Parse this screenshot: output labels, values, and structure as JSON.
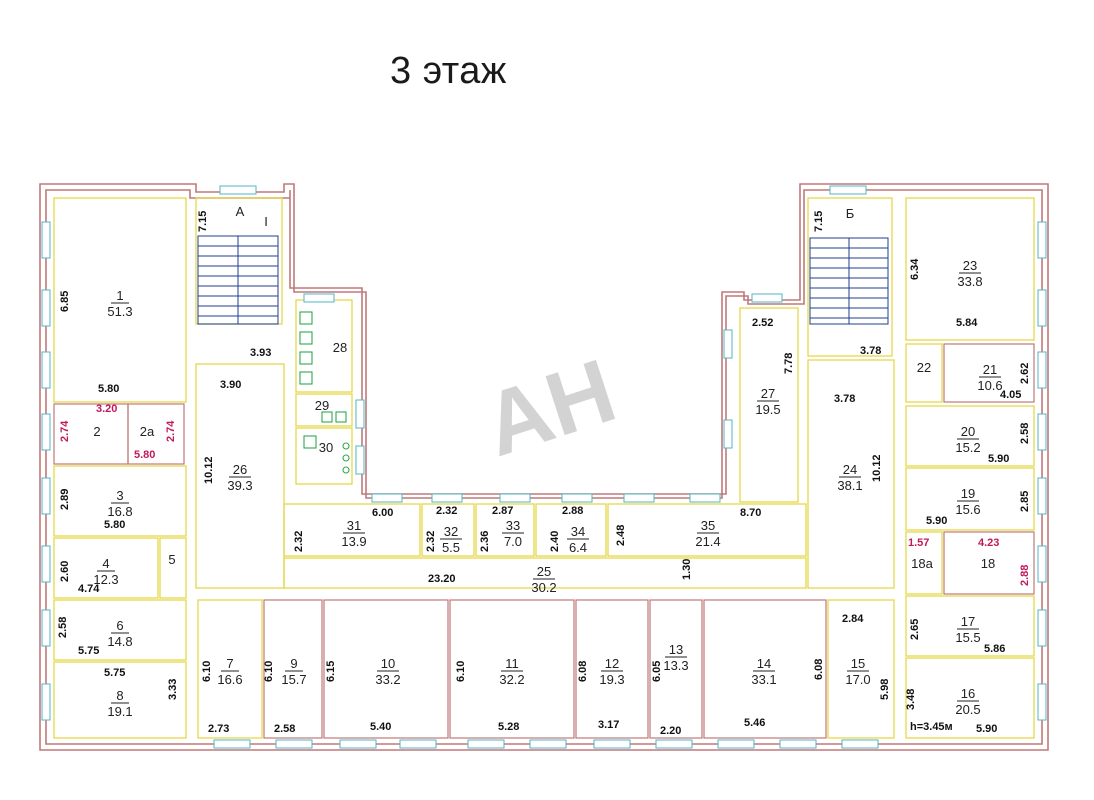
{
  "title": "3 этаж",
  "watermark": "AH",
  "stairs": {
    "a_label": "А",
    "b_label": "Б",
    "a_mark": "I"
  },
  "height_note": "h=3.45м",
  "rooms": [
    {
      "id": "r1",
      "num": "1",
      "area": "51.3"
    },
    {
      "id": "r2",
      "num": "2"
    },
    {
      "id": "r2a",
      "num": "2а"
    },
    {
      "id": "r3",
      "num": "3",
      "area": "16.8"
    },
    {
      "id": "r4",
      "num": "4",
      "area": "12.3"
    },
    {
      "id": "r5",
      "num": "5"
    },
    {
      "id": "r6",
      "num": "6",
      "area": "14.8"
    },
    {
      "id": "r7",
      "num": "7",
      "area": "16.6"
    },
    {
      "id": "r8",
      "num": "8",
      "area": "19.1"
    },
    {
      "id": "r9",
      "num": "9",
      "area": "15.7"
    },
    {
      "id": "r10",
      "num": "10",
      "area": "33.2"
    },
    {
      "id": "r11",
      "num": "11",
      "area": "32.2"
    },
    {
      "id": "r12",
      "num": "12",
      "area": "19.3"
    },
    {
      "id": "r13",
      "num": "13",
      "area": "13.3"
    },
    {
      "id": "r14",
      "num": "14",
      "area": "33.1"
    },
    {
      "id": "r15",
      "num": "15",
      "area": "17.0"
    },
    {
      "id": "r16",
      "num": "16",
      "area": "20.5"
    },
    {
      "id": "r17",
      "num": "17",
      "area": "15.5"
    },
    {
      "id": "r18",
      "num": "18"
    },
    {
      "id": "r18a",
      "num": "18а"
    },
    {
      "id": "r19",
      "num": "19",
      "area": "15.6"
    },
    {
      "id": "r20",
      "num": "20",
      "area": "15.2"
    },
    {
      "id": "r21",
      "num": "21",
      "area": "10.6"
    },
    {
      "id": "r22",
      "num": "22"
    },
    {
      "id": "r23",
      "num": "23",
      "area": "33.8"
    },
    {
      "id": "r24",
      "num": "24",
      "area": "38.1"
    },
    {
      "id": "r25",
      "num": "25",
      "area": "30.2"
    },
    {
      "id": "r26",
      "num": "26",
      "area": "39.3"
    },
    {
      "id": "r27",
      "num": "27",
      "area": "19.5"
    },
    {
      "id": "r28",
      "num": "28"
    },
    {
      "id": "r29",
      "num": "29"
    },
    {
      "id": "r30",
      "num": "30"
    },
    {
      "id": "r31",
      "num": "31",
      "area": "13.9"
    },
    {
      "id": "r32",
      "num": "32",
      "area": "5.5"
    },
    {
      "id": "r33",
      "num": "33",
      "area": "7.0"
    },
    {
      "id": "r34",
      "num": "34",
      "area": "6.4"
    },
    {
      "id": "r35",
      "num": "35",
      "area": "21.4"
    }
  ],
  "dimensions": {
    "d1": "7.15",
    "d2": "6.85",
    "d3": "3.93",
    "d4": "5.80",
    "d5": "3.90",
    "d6": "10.12",
    "d7": "3.20",
    "d8": "2.74",
    "d9": "2.74",
    "d10": "5.80",
    "d11": "2.89",
    "d12": "5.80",
    "d13": "2.60",
    "d14": "4.74",
    "d15": "2.58",
    "d16": "5.75",
    "d17": "5.75",
    "d18": "3.33",
    "d19": "6.10",
    "d20": "2.73",
    "d21": "6.10",
    "d22": "2.58",
    "d23": "6.15",
    "d24": "5.40",
    "d25": "6.10",
    "d26": "5.28",
    "d27": "6.08",
    "d28": "3.17",
    "d29": "6.05",
    "d30": "2.20",
    "d31": "5.46",
    "d32": "6.08",
    "d33": "2.84",
    "d34": "5.98",
    "d35": "3.48",
    "d36": "5.90",
    "d37": "2.65",
    "d38": "5.86",
    "d39": "1.57",
    "d40": "4.23",
    "d41": "2.88",
    "d42": "2.85",
    "d43": "5.90",
    "d44": "2.58",
    "d45": "5.90",
    "d46": "2.62",
    "d47": "4.05",
    "d48": "6.34",
    "d49": "5.84",
    "d50": "7.15",
    "d51": "3.78",
    "d52": "3.78",
    "d53": "10.12",
    "d54": "8.70",
    "d55": "2.52",
    "d56": "7.78",
    "d57": "6.00",
    "d58": "2.32",
    "d59": "2.87",
    "d60": "2.88",
    "d61": "2.32",
    "d62": "2.32",
    "d63": "2.36",
    "d64": "2.40",
    "d65": "2.48",
    "d66": "23.20",
    "d67": "1.30"
  }
}
